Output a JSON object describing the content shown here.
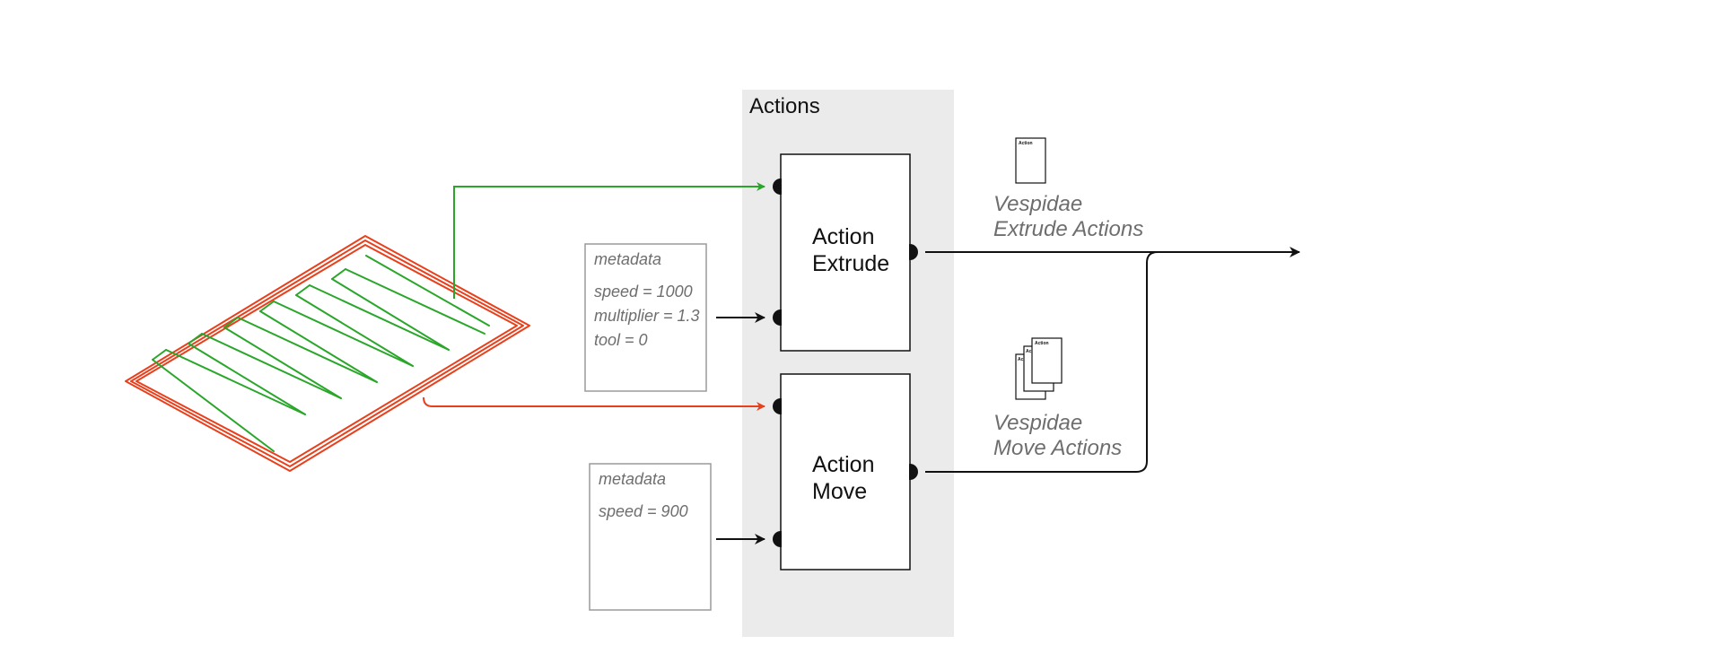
{
  "colors": {
    "panel_bg": "#ebebeb",
    "extrude_green": "#2aa62a",
    "perimeter_red": "#e8401c",
    "flow_black": "#111111",
    "meta_text": "#6e6e6e"
  },
  "panel": {
    "title": "Actions"
  },
  "blocks": {
    "extrude": {
      "line1": "Action",
      "line2": "Extrude"
    },
    "move": {
      "line1": "Action",
      "line2": "Move"
    }
  },
  "metadata_extrude": {
    "title": "metadata",
    "lines": [
      "speed = 1000",
      "multiplier = 1.3",
      "tool = 0"
    ]
  },
  "metadata_move": {
    "title": "metadata",
    "lines": [
      "speed = 900"
    ]
  },
  "outputs": {
    "extrude": {
      "line1": "Vespidae",
      "line2": "Extrude Actions"
    },
    "move": {
      "line1": "Vespidae",
      "line2": "Move Actions"
    },
    "doc_label": "Action",
    "doc_label_short": "Ac"
  },
  "icons": {
    "toolpath": "toolpath-illustration-icon",
    "single_doc": "document-icon",
    "stack_docs": "document-stack-icon"
  }
}
